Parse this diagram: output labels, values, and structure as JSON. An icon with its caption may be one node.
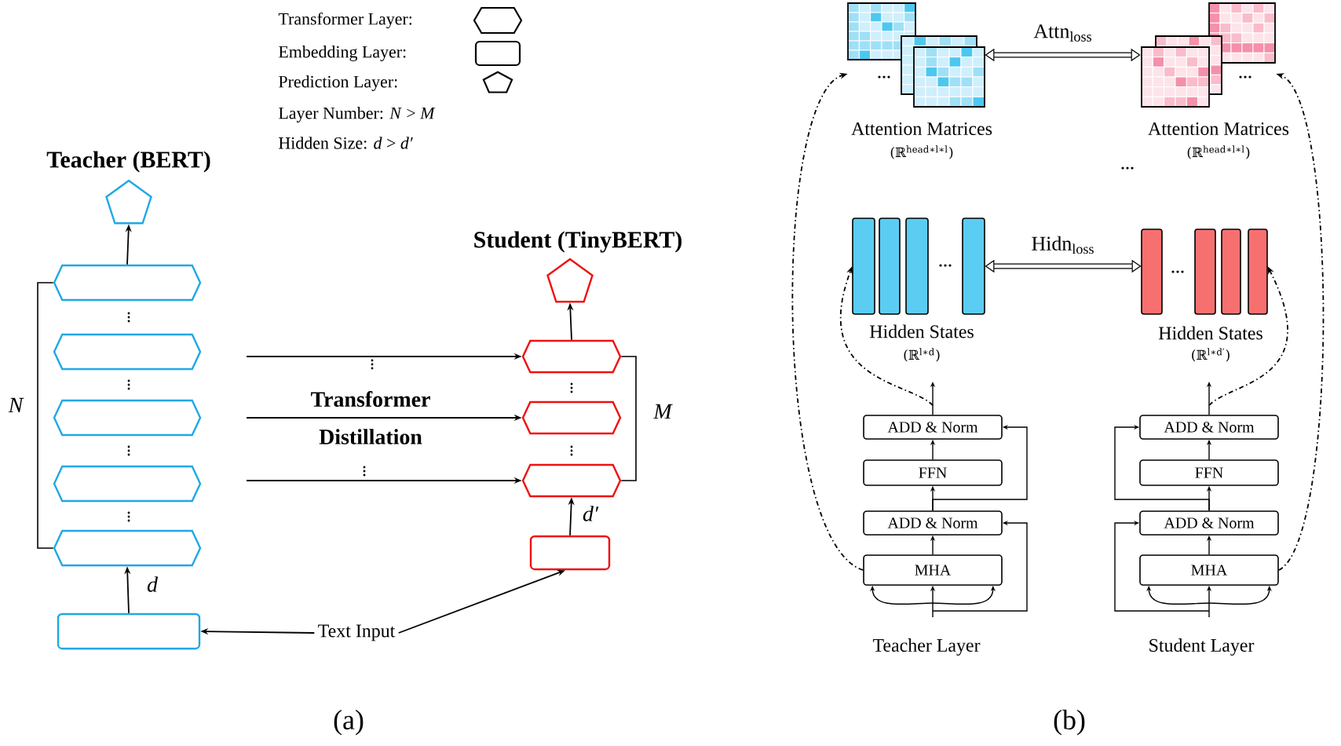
{
  "diagram": {
    "nodes": [
      {
        "text": [],
        "shape": "pentagon"
      },
      {
        "text": [],
        "shape": "hexagon"
      },
      {
        "text": [],
        "shape": "hexagon"
      },
      {
        "text": [],
        "shape": "hexagon"
      },
      {
        "text": [],
        "shape": "hexagon"
      },
      {
        "text": [],
        "shape": "hexagon"
      },
      {
        "text": [],
        "shape": "box"
      },
      {
        "text": [],
        "shape": "pentagon"
      },
      {
        "text": [],
        "shape": "hexagon"
      },
      {
        "text": [],
        "shape": "hexagon"
      },
      {
        "text": [],
        "shape": "hexagon"
      },
      {
        "text": [],
        "shape": "box"
      },
      {
        "text": [
          "Text Input"
        ]
      },
      {
        "text": [],
        "shape": "picture",
        "beside": [
          "Attention Matrices",
          "(ℝ$^{head∗l∗l}$)"
        ]
      },
      {
        "text": [],
        "shape": "picture",
        "beside": [
          "Attention Matrices",
          "(ℝ$^{head∗l∗l}$)"
        ]
      },
      {
        "text": [],
        "shape": "picture",
        "beside": [
          "Hidden States",
          "(ℝ$^{l∗d}$)"
        ]
      },
      {
        "text": [],
        "shape": "picture",
        "beside": [
          "Hidden States",
          "(ℝ$^{l∗d′}$)"
        ]
      },
      {
        "text": [
          "ADD & Norm"
        ]
      },
      {
        "text": [
          "FFN"
        ]
      },
      {
        "text": [
          "ADD & Norm"
        ]
      },
      {
        "text": [
          "MHA"
        ]
      },
      {
        "text": [
          "ADD & Norm"
        ]
      },
      {
        "text": [
          "FFN"
        ]
      },
      {
        "text": [
          "ADD & Norm"
        ]
      },
      {
        "text": [
          "MHA"
        ]
      }
    ],
    "edges": [
      {
        "from": 1,
        "to": 0,
        "arrow": "to"
      },
      {
        "from": 6,
        "to": 5,
        "arrow": "to",
        "label": "d"
      },
      {
        "from": 12,
        "to": 6,
        "arrow": "to"
      },
      {
        "from": 12,
        "to": 11,
        "arrow": "to"
      },
      {
        "from": 11,
        "to": 10,
        "arrow": "to",
        "label": "d′"
      },
      {
        "from": 8,
        "to": 7,
        "arrow": "to"
      },
      {
        "from": null,
        "to": 8,
        "arrow": "to"
      },
      {
        "from": null,
        "to": 9,
        "arrow": "to"
      },
      {
        "from": null,
        "to": 10,
        "arrow": "to"
      },
      {
        "from": 13,
        "to": 14,
        "arrow": "both",
        "label": "Attn$_{loss}$",
        "style": "thick"
      },
      {
        "from": 15,
        "to": 16,
        "arrow": "both",
        "label": "Hidn$_{loss}$",
        "style": "thick"
      },
      {
        "from": 20,
        "to": 13,
        "arrow": "to",
        "style": "dashed"
      },
      {
        "from": 17,
        "to": 15,
        "arrow": "to",
        "style": "dashed"
      },
      {
        "from": 24,
        "to": 14,
        "arrow": "to",
        "style": "dashed"
      },
      {
        "from": 21,
        "to": 16,
        "arrow": "to",
        "style": "dashed"
      },
      {
        "from": 20,
        "to": 19,
        "arrow": "to"
      },
      {
        "from": 19,
        "to": 18,
        "arrow": "to"
      },
      {
        "from": 18,
        "to": 17,
        "arrow": "to"
      },
      {
        "from": 17,
        "to": null,
        "arrow": "to"
      },
      {
        "from": null,
        "to": 20,
        "arrow": "to"
      },
      {
        "from": null,
        "to": 20,
        "arrow": "to"
      },
      {
        "from": null,
        "to": 20,
        "arrow": "to"
      },
      {
        "from": null,
        "to": 19,
        "arrow": "to"
      },
      {
        "from": 19,
        "to": 17,
        "arrow": "to"
      },
      {
        "from": 24,
        "to": 23,
        "arrow": "to"
      },
      {
        "from": 23,
        "to": 22,
        "arrow": "to"
      },
      {
        "from": 22,
        "to": 21,
        "arrow": "to"
      },
      {
        "from": 21,
        "to": null,
        "arrow": "to"
      },
      {
        "from": null,
        "to": 24,
        "arrow": "to"
      },
      {
        "from": null,
        "to": 24,
        "arrow": "to"
      },
      {
        "from": null,
        "to": 24,
        "arrow": "to"
      },
      {
        "from": null,
        "to": 23,
        "arrow": "to"
      },
      {
        "from": 23,
        "to": 21,
        "arrow": "to"
      }
    ],
    "labels": [
      "Teacher (BERT)",
      "Student (TinyBERT)",
      "Layer Number: *N* > *M*",
      "Hidden Size: *d* > *d′*",
      "N",
      "Transformer Distillation",
      "M",
      "(a)",
      "Teacher Layer",
      "Student Layer",
      "(b)"
    ],
    "legend": [
      {
        "text": "Transformer Layer:"
      },
      {
        "text": "Embedding Layer:"
      },
      {
        "text": "Prediction Layer:"
      }
    ]
  }
}
